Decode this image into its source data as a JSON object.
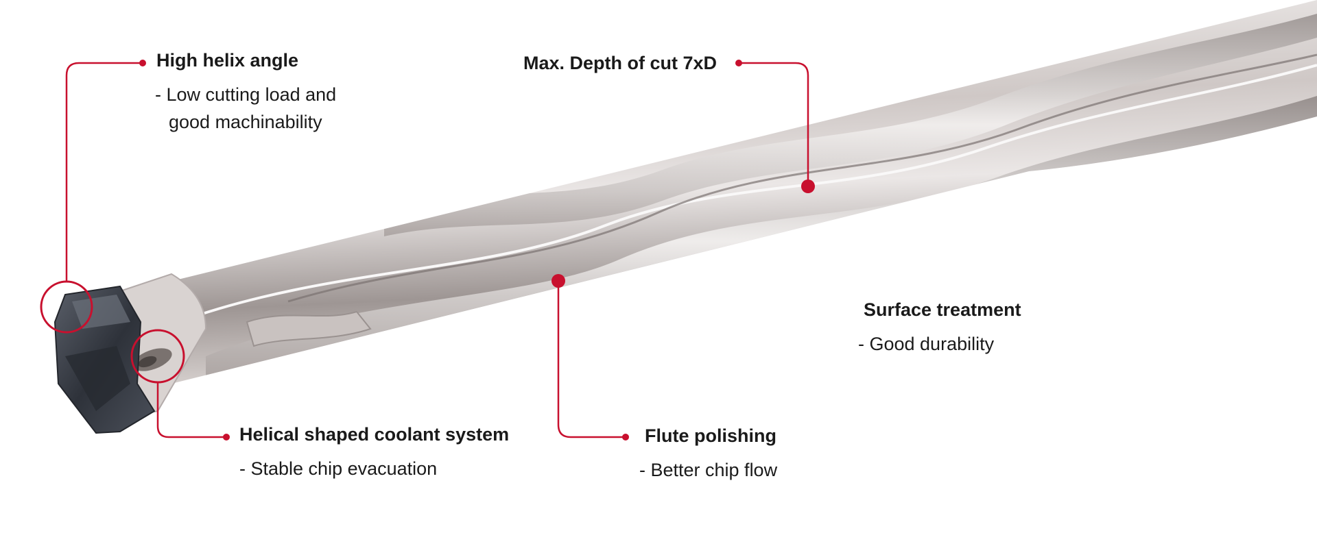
{
  "annotations": {
    "high_helix": {
      "title": "High helix angle",
      "desc_lines": [
        "- Low cutting load and",
        "good machinability"
      ]
    },
    "max_depth": {
      "title": "Max. Depth of cut 7xD"
    },
    "surface_treatment": {
      "title": "Surface treatment",
      "desc": "- Good durability"
    },
    "coolant": {
      "title": "Helical shaped coolant system",
      "desc": "- Stable chip evacuation"
    },
    "flute_polishing": {
      "title": "Flute polishing",
      "desc": "- Better chip flow"
    }
  },
  "colors": {
    "accent_red": "#c8102e",
    "text": "#1a1a1a",
    "steel_light": "#ececec",
    "steel_mid": "#b9b2b0",
    "steel_dark": "#7d7573",
    "insert_dark": "#3b3f47"
  }
}
